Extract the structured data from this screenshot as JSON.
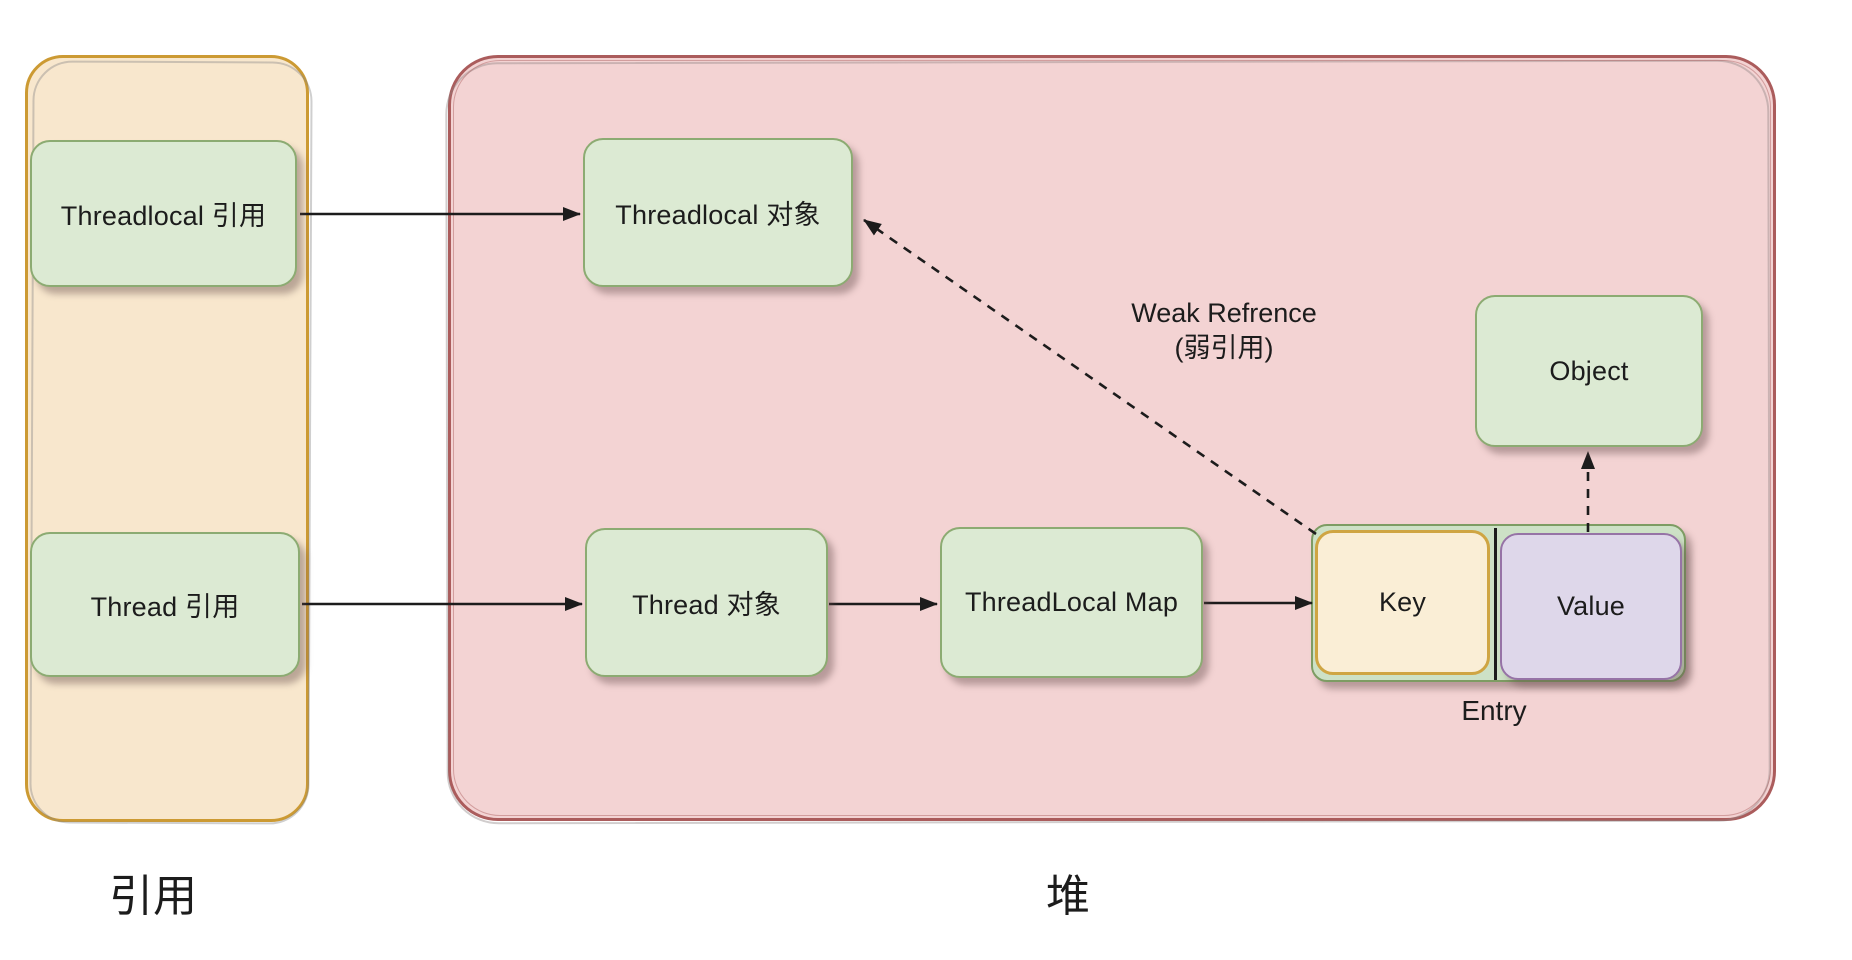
{
  "stack": {
    "label": "引用",
    "nodes": [
      {
        "id": "threadlocal-ref",
        "label": "Threadlocal 引用"
      },
      {
        "id": "thread-ref",
        "label": "Thread 引用"
      }
    ]
  },
  "heap": {
    "label": "堆",
    "nodes": [
      {
        "id": "threadlocal-obj",
        "label": "Threadlocal 对象"
      },
      {
        "id": "thread-obj",
        "label": "Thread 对象"
      },
      {
        "id": "threadlocal-map",
        "label": "ThreadLocal Map"
      },
      {
        "id": "object",
        "label": "Object"
      }
    ],
    "entry": {
      "label": "Entry",
      "key_label": "Key",
      "value_label": "Value"
    },
    "weak_reference": {
      "line1": "Weak Refrence",
      "line2": "(弱引用)"
    }
  },
  "colors": {
    "stack_fill": "#f8e7cd",
    "stack_border": "#cc9a33",
    "heap_fill": "#f3d3d3",
    "heap_border": "#ab5c5c",
    "node_fill": "#dcead3",
    "node_border": "#8cab72",
    "key_fill": "#faeed6",
    "key_border": "#cfa543",
    "value_fill": "#ded7ea",
    "value_border": "#9673a6",
    "entry_backing_fill": "#cde1c6",
    "entry_backing_border": "#7d9c63",
    "arrow": "#1c1c1c"
  }
}
